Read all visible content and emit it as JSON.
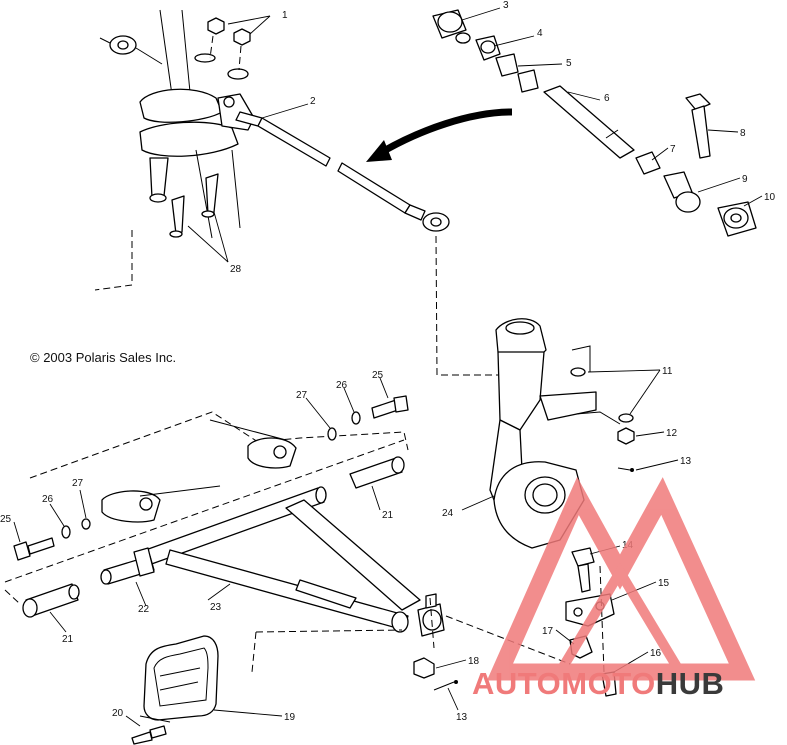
{
  "copyright": "© 2003 Polaris Sales Inc.",
  "callouts": [
    {
      "id": "c1",
      "text": "1"
    },
    {
      "id": "c2",
      "text": "2"
    },
    {
      "id": "c3",
      "text": "3"
    },
    {
      "id": "c4",
      "text": "4"
    },
    {
      "id": "c5",
      "text": "5"
    },
    {
      "id": "c6",
      "text": "6"
    },
    {
      "id": "c7",
      "text": "7"
    },
    {
      "id": "c8",
      "text": "8"
    },
    {
      "id": "c9",
      "text": "9"
    },
    {
      "id": "c10",
      "text": "10"
    },
    {
      "id": "c11",
      "text": "11"
    },
    {
      "id": "c12",
      "text": "12"
    },
    {
      "id": "c13a",
      "text": "13"
    },
    {
      "id": "c13b",
      "text": "13"
    },
    {
      "id": "c14",
      "text": "14"
    },
    {
      "id": "c15",
      "text": "15"
    },
    {
      "id": "c16",
      "text": "16"
    },
    {
      "id": "c17",
      "text": "17"
    },
    {
      "id": "c18",
      "text": "18"
    },
    {
      "id": "c19",
      "text": "19"
    },
    {
      "id": "c20",
      "text": "20"
    },
    {
      "id": "c21a",
      "text": "21"
    },
    {
      "id": "c21b",
      "text": "21"
    },
    {
      "id": "c22",
      "text": "22"
    },
    {
      "id": "c23",
      "text": "23"
    },
    {
      "id": "c24",
      "text": "24"
    },
    {
      "id": "c25a",
      "text": "25"
    },
    {
      "id": "c25b",
      "text": "25"
    },
    {
      "id": "c26a",
      "text": "26"
    },
    {
      "id": "c26b",
      "text": "26"
    },
    {
      "id": "c27a",
      "text": "27"
    },
    {
      "id": "c27b",
      "text": "27"
    },
    {
      "id": "c28",
      "text": "28"
    }
  ],
  "watermark": {
    "word_part1": "AUTOMOTO",
    "word_part2": "HUB",
    "color_part1": "#f07a7a",
    "color_part2": "#3a3a3a"
  }
}
